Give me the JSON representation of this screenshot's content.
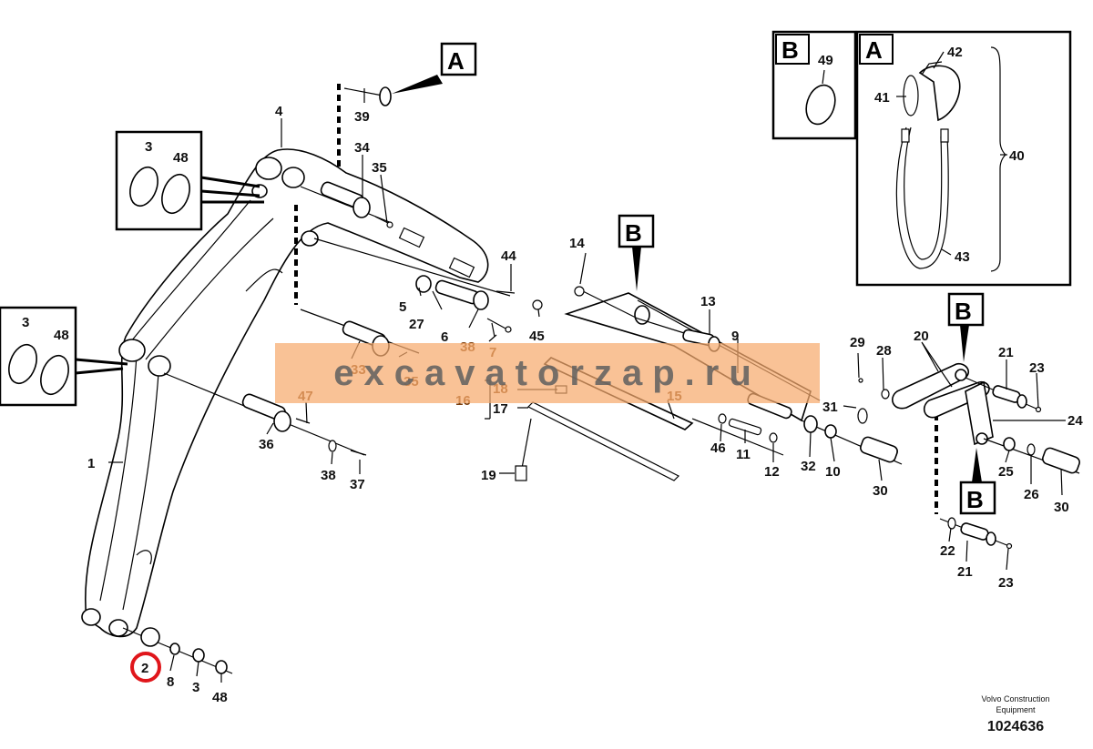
{
  "figure": {
    "detail_box_B": "B",
    "detail_box_A": "A",
    "callout_A": "A",
    "callout_B1": "B",
    "callout_B2": "B",
    "callout_B3": "B",
    "labels": {
      "p1": "1",
      "p2": "2",
      "p3a": "3",
      "p3b": "3",
      "p3c": "3",
      "p4": "4",
      "p5": "5",
      "p6": "6",
      "p7": "7",
      "p8": "8",
      "p9": "9",
      "p10": "10",
      "p11": "11",
      "p12": "12",
      "p13": "13",
      "p14": "14",
      "p15": "15",
      "p16": "16",
      "p17": "17",
      "p18": "18",
      "p19": "19",
      "p20": "20",
      "p21a": "21",
      "p21b": "21",
      "p22": "22",
      "p23a": "23",
      "p23b": "23",
      "p24": "24",
      "p25": "25",
      "p26": "26",
      "p27": "27",
      "p28": "28",
      "p29": "29",
      "p30a": "30",
      "p30b": "30",
      "p31": "31",
      "p32": "32",
      "p33": "33",
      "p34": "34",
      "p35a": "35",
      "p35b": "35",
      "p36": "36",
      "p37": "37",
      "p38a": "38",
      "p38b": "38",
      "p39": "39",
      "p40": "40",
      "p41": "41",
      "p42": "42",
      "p43": "43",
      "p44": "44",
      "p45": "45",
      "p46": "46",
      "p47": "47",
      "p48a": "48",
      "p48b": "48",
      "p48c": "48",
      "p49": "49"
    }
  },
  "watermark": "excavatorzap.ru",
  "publisher": "Volvo Construction Equipment",
  "document_number": "1024636",
  "colors": {
    "highlight_circle": "#e0161b",
    "watermark_band": "#f7aa6e",
    "orange_label": "#7a3d0c"
  }
}
